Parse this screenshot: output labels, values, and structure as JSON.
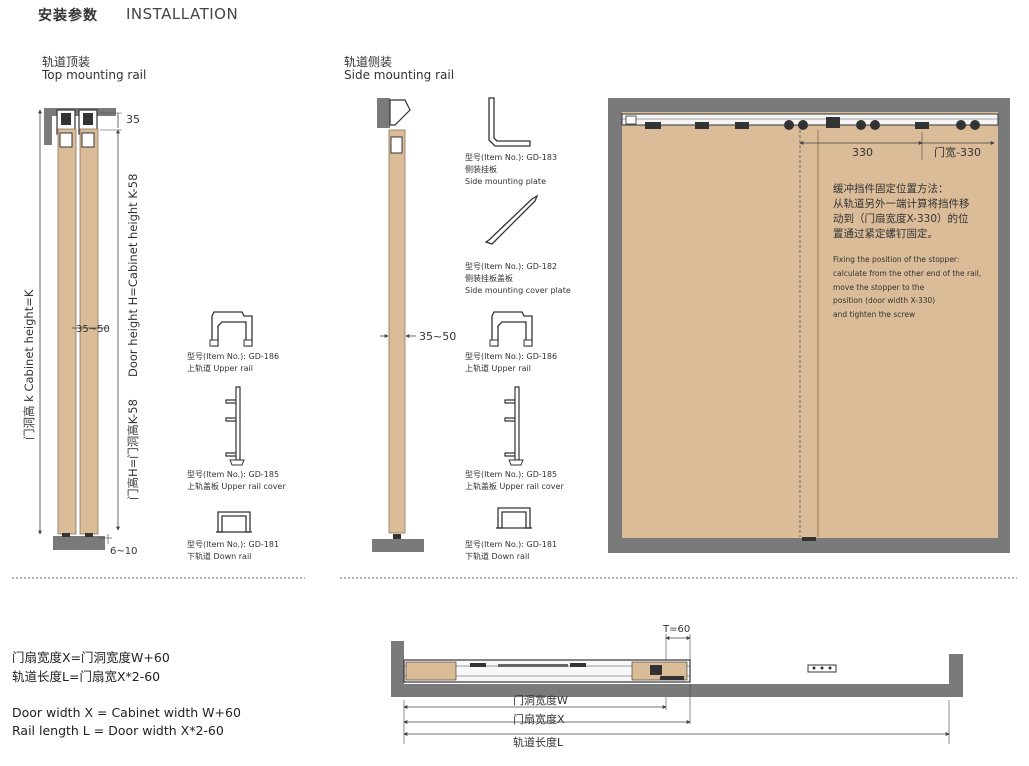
{
  "header": {
    "title_cn": "安装参数",
    "title_en": "INSTALLATION"
  },
  "top_mount": {
    "title_cn": "轨道顶装",
    "title_en": "Top mounting rail"
  },
  "side_mount": {
    "title_cn": "轨道侧装",
    "title_en": "Side mounting rail"
  },
  "dims": {
    "d35": "35",
    "d35_50": "35~50",
    "d6_10": "6~10",
    "cabinet_height": "门洞高 k  Cabinet height=K",
    "door_height_en": "Door height H=Cabinet height K-58",
    "door_height_cn": "门高H=门洞高K-58",
    "d330": "330",
    "door_width_330": "门宽-330",
    "t60": "T=60",
    "cabinet_width_w": "门洞宽度W",
    "door_width_x": "门扇宽度X",
    "rail_length_l": "轨道长度L"
  },
  "parts": [
    {
      "item": "型号(Item No.): GD-183",
      "name_cn": "侧装挂板",
      "name_en": "Side mounting plate"
    },
    {
      "item": "型号(Item No.): GD-182",
      "name_cn": "侧装挂板盖板",
      "name_en": "Side mounting cover plate"
    },
    {
      "item": "型号(Item No.): GD-186",
      "name_cn": "上轨道",
      "name_en": "Upper rail"
    },
    {
      "item": "型号(Item No.): GD-185",
      "name_cn": "上轨盖板",
      "name_en": "Upper rail cover"
    },
    {
      "item": "型号(Item No.): GD-181",
      "name_cn": "下轨道",
      "name_en": "Down rail"
    }
  ],
  "stopper_note": {
    "cn": [
      "缓冲挡件固定位置方法：",
      "从轨道另外一端计算将挡件移",
      "动到（门扇宽度X-330）的位",
      "置通过紧定螺钉固定。"
    ],
    "en": [
      "Fixing the position of the stopper:",
      "calculate from the other end of the rail,",
      "move the stopper to the",
      "position (door width X-330)",
      "and tighten the screw"
    ]
  },
  "formulas": {
    "cn1": "门扇宽度X=门洞宽度W+60",
    "cn2": "轨道长度L=门扇宽X*2-60",
    "en1": "Door width X = Cabinet width W+60",
    "en2": "Rail length L = Door width X*2-60"
  },
  "colors": {
    "wood": "#dbbc98",
    "wall": "#7a7a7a",
    "line": "#444444"
  }
}
